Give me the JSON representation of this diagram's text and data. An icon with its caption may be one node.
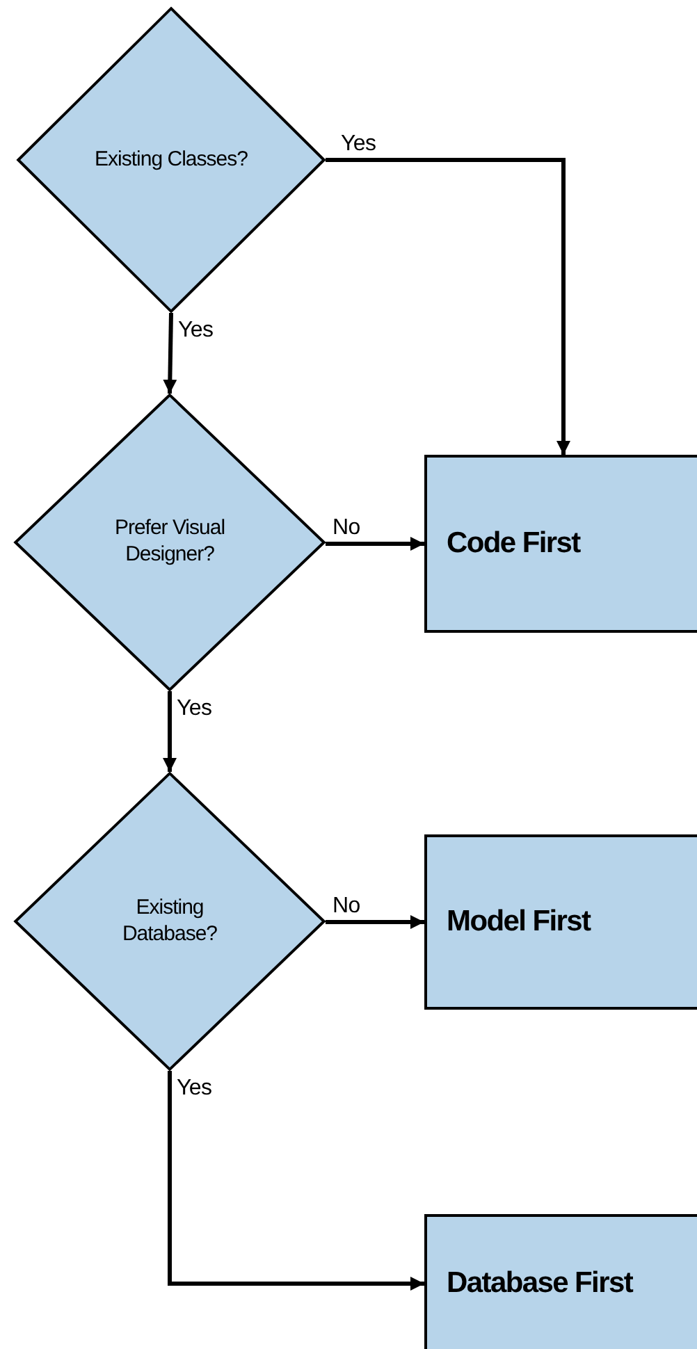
{
  "diagram": {
    "nodes": [
      {
        "text": [
          "Existing Classes?"
        ]
      },
      {
        "text": [
          "Prefer Visual Designer?"
        ]
      },
      {
        "text": [
          "Existing Database?"
        ]
      },
      {
        "text": [
          "Code First"
        ]
      },
      {
        "text": [
          "Model First"
        ]
      },
      {
        "text": [
          "Database First"
        ]
      }
    ],
    "edges": [
      {
        "from": 0,
        "to": 3,
        "arrow": "to",
        "label": "Yes"
      },
      {
        "from": 0,
        "to": 1,
        "arrow": "to",
        "label": "Yes"
      },
      {
        "from": 1,
        "to": 3,
        "arrow": "to",
        "label": "No"
      },
      {
        "from": 1,
        "to": 2,
        "arrow": "to",
        "label": "Yes"
      },
      {
        "from": 2,
        "to": 4,
        "arrow": "to",
        "label": "No"
      },
      {
        "from": 2,
        "to": 5,
        "arrow": "to",
        "label": "Yes"
      }
    ]
  }
}
